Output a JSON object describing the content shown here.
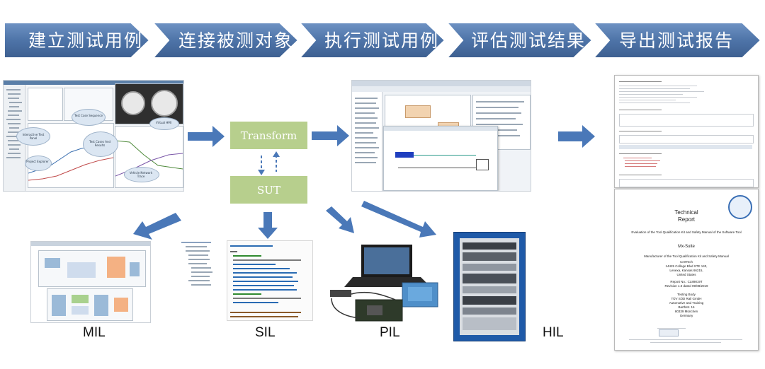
{
  "colors": {
    "banner": "#4e74a8",
    "arrow": "#4a78b8",
    "box": "#b7cf8d"
  },
  "steps": [
    {
      "label": "建立测试用例"
    },
    {
      "label": "连接被测对象"
    },
    {
      "label": "执行测试用例"
    },
    {
      "label": "评估测试结果"
    },
    {
      "label": "导出测试报告"
    }
  ],
  "center": {
    "transform": "Transform",
    "sut": "SUT"
  },
  "envs": {
    "mil": "MIL",
    "sil": "SIL",
    "pil": "PIL",
    "hil": "HIL"
  },
  "screenshot1": {
    "callouts": [
      "Interactive Test Panel",
      "Project Explorer",
      "Test Case Sequence",
      "Test Cases And Results",
      "Virtual HMI",
      "Vehicle Network Trace"
    ]
  },
  "report": {
    "title_line1": "Technical",
    "title_line2": "Report",
    "evaluation": "Evaluation of the Tool Qualification Kit and Safety Manual of the Software Tool",
    "product": "Mx-Suite",
    "manufacturer": "Manufacturer of the Tool Qualification Kit and Safety Manual",
    "company": "CertTech",
    "address1": "14425 College Blvd STE 140,",
    "address2": "Lenexa, Kansas 66215,",
    "country1": "United States",
    "report_no": "Report No.: CL89819T",
    "revision": "Revision 1.0 dated 09/08/2019",
    "testing_body": "Testing Body",
    "body1": "TÜV SÜD Rail GmbH",
    "body2": "Automotive and Training",
    "body3": "Barthstr. 16",
    "body4": "80339 München",
    "country2": "Germany"
  }
}
